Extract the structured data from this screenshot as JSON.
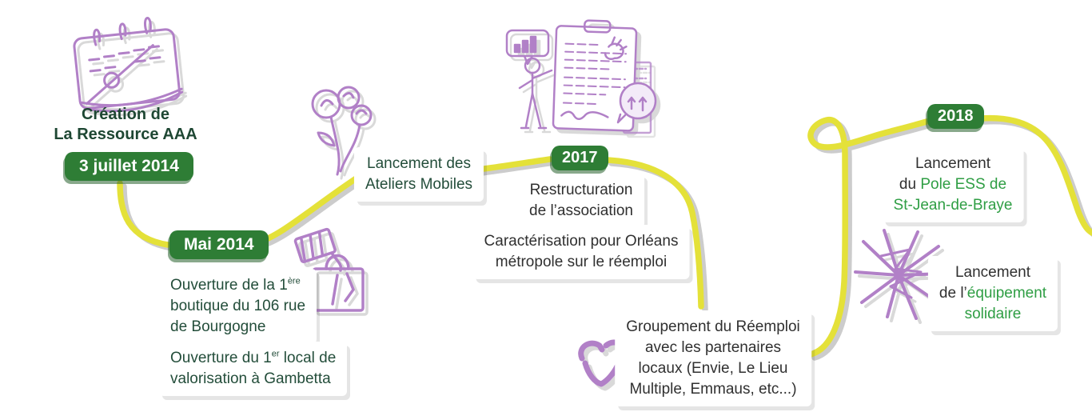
{
  "colors": {
    "badge_green": "#2e7d35",
    "timeline_yellow": "#e4e139",
    "shadow_gray": "#cccccc",
    "illustration_purple": "#b180c7",
    "dark_green_text": "#234d3a",
    "body_text": "#303030",
    "accent_green": "#2f9e44",
    "background": "#ffffff"
  },
  "icons": {
    "calendar": "desk-calendar-illustration",
    "flowers": "flower-doodle-illustration",
    "bag": "tote-bag-illustration",
    "report": "person-clipboard-report-illustration",
    "recycle": "recycle-arrows-doodle",
    "branches": "branch-scribble-illustration"
  },
  "events": {
    "creation": {
      "title_lines": [
        "Création de",
        "La Ressource AAA"
      ],
      "badge": "3 juillet 2014"
    },
    "mai_2014": {
      "badge": "Mai 2014"
    },
    "boutique": {
      "line1_pre": "Ouverture de la 1",
      "line1_sup": "ère",
      "line2": "boutique du 106 rue",
      "line3": "de Bourgogne"
    },
    "gambetta": {
      "line1_pre": "Ouverture du 1",
      "line1_sup": "er",
      "line1_post": " local de",
      "line2": "valorisation à Gambetta"
    },
    "ateliers": {
      "line1": "Lancement des",
      "line2": "Ateliers Mobiles"
    },
    "y2017": {
      "badge": "2017"
    },
    "restructuration": {
      "line1": "Restructuration",
      "line2": "de l’association"
    },
    "caracterisation": {
      "line1": "Caractérisation pour Orléans",
      "line2": "métropole sur le réemploi"
    },
    "groupement": {
      "line1": "Groupement du Réemploi",
      "line2": "avec les partenaires",
      "line3": "locaux (Envie, Le Lieu",
      "line4": "Multiple, Emmaus, etc...)"
    },
    "y2018": {
      "badge": "2018"
    },
    "pole_ess": {
      "line1": "Lancement",
      "line2_dark": "du ",
      "line2_green": "Pole ESS de",
      "line3_green": "St-Jean-de-Braye"
    },
    "equipement": {
      "line1": "Lancement",
      "line2_dark": "de l’",
      "line2_green": "équipement",
      "line3_green": "solidaire"
    }
  }
}
